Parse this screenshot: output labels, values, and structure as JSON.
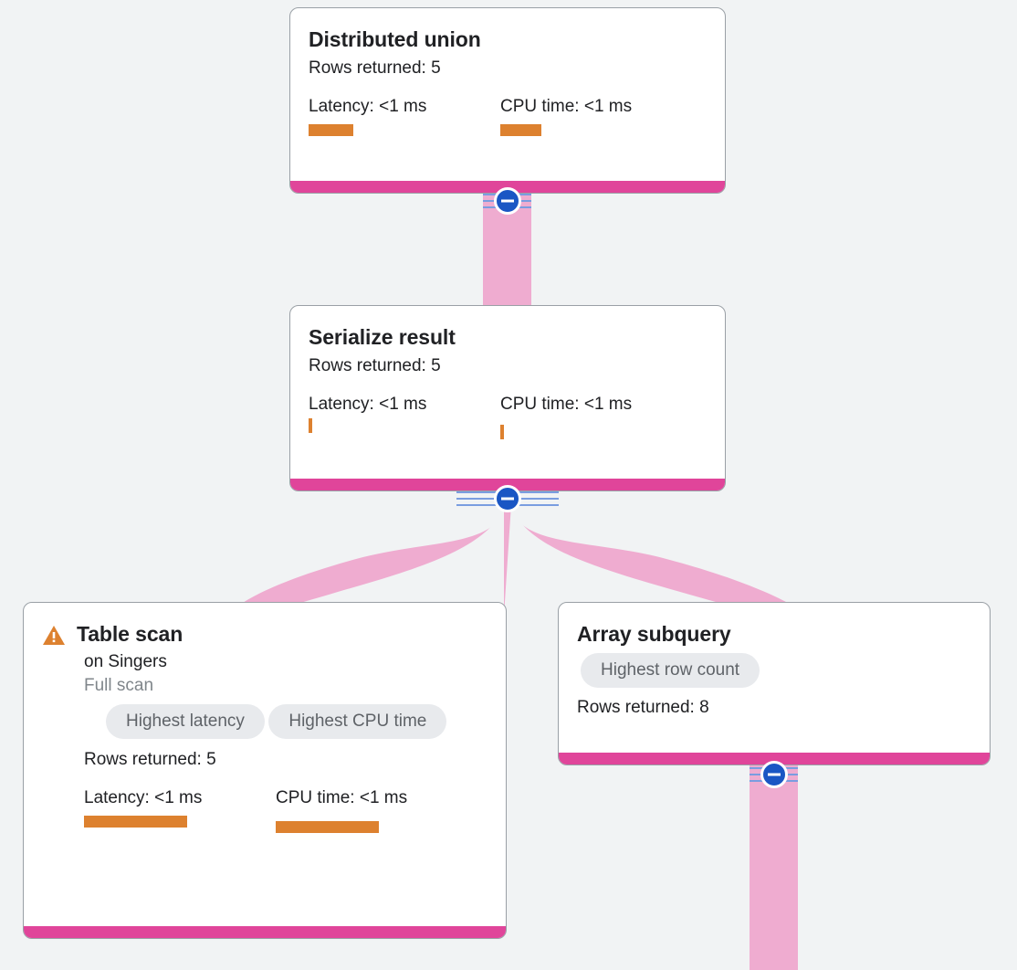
{
  "canvas": {
    "background_color": "#f1f3f4",
    "edge_color": "#efacd0",
    "node_footer_color": "#e0459a",
    "metric_bar_color": "#dd812f",
    "chip_background_color": "#e8eaed",
    "chip_text_color": "#5f6368",
    "collapse_button_color": "#1a56c4",
    "warning_icon_color": "#dd812f"
  },
  "nodes": [
    {
      "id": "distributed-union",
      "title": "Distributed union",
      "rows_returned": "Rows returned: 5",
      "latency_label": "Latency: <1 ms",
      "cpu_label": "CPU time: <1 ms",
      "latency_bar_width": 49,
      "cpu_bar_width": 45,
      "has_warning": false,
      "chips": []
    },
    {
      "id": "serialize-result",
      "title": "Serialize result",
      "rows_returned": "Rows returned: 5",
      "latency_label": "Latency: <1 ms",
      "cpu_label": "CPU time: <1 ms",
      "latency_bar_width": 4,
      "cpu_bar_width": 4,
      "has_warning": false,
      "chips": []
    },
    {
      "id": "table-scan",
      "title": "Table scan",
      "subtitle": "on Singers",
      "scan_type": "Full scan",
      "rows_returned": "Rows returned: 5",
      "latency_label": "Latency: <1 ms",
      "cpu_label": "CPU time: <1 ms",
      "latency_bar_width": 113,
      "cpu_bar_width": 113,
      "has_warning": true,
      "chips": [
        "Highest latency",
        "Highest CPU time"
      ]
    },
    {
      "id": "array-subquery",
      "title": "Array subquery",
      "rows_returned": "Rows returned: 8",
      "has_warning": false,
      "chips": [
        "Highest row count"
      ]
    }
  ],
  "collapse_buttons": [
    {
      "id": "collapse-distributed-union",
      "icon": "minus-circle-icon"
    },
    {
      "id": "collapse-serialize-result",
      "icon": "minus-circle-icon"
    },
    {
      "id": "collapse-array-subquery",
      "icon": "minus-circle-icon"
    }
  ],
  "icons": {
    "warning": "warning-triangle-icon",
    "collapse": "minus-circle-icon"
  }
}
